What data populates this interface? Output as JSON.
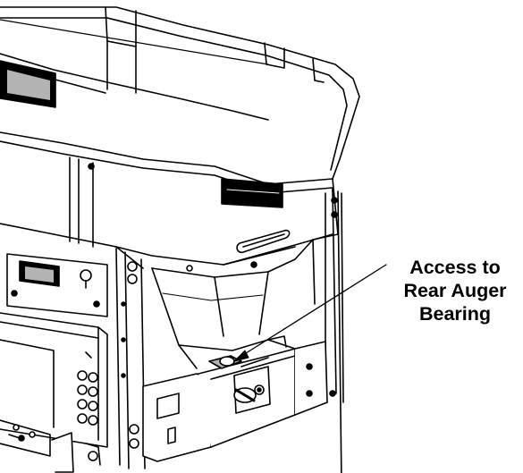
{
  "callout": {
    "lines": [
      "Access to",
      "Rear Auger",
      "Bearing"
    ]
  },
  "colors": {
    "ink": "#000000",
    "paper": "#ffffff",
    "shade": "#b3b3b3",
    "dark": "#4a4a4a"
  }
}
